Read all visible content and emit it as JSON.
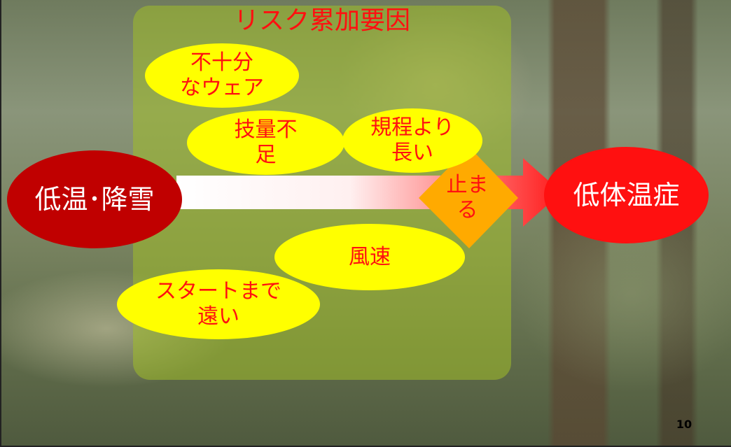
{
  "title": "リスク累加要因",
  "source": "低温･降雪",
  "outcome": "低体温症",
  "stop": "止ま\nる",
  "factors": {
    "clothing": "不十分\nなウェア",
    "skill": "技量不\n足",
    "length": "規程より\n長い",
    "wind": "風速",
    "start": "スタートまで\n遠い"
  },
  "page_number": "10",
  "colors": {
    "factor_fill": "#ffff00",
    "factor_text": "#ff1010",
    "source_fill": "#c00000",
    "outcome_fill": "#ff1010",
    "stop_fill": "#ffaa00",
    "panel_fill": "#a0be28"
  }
}
